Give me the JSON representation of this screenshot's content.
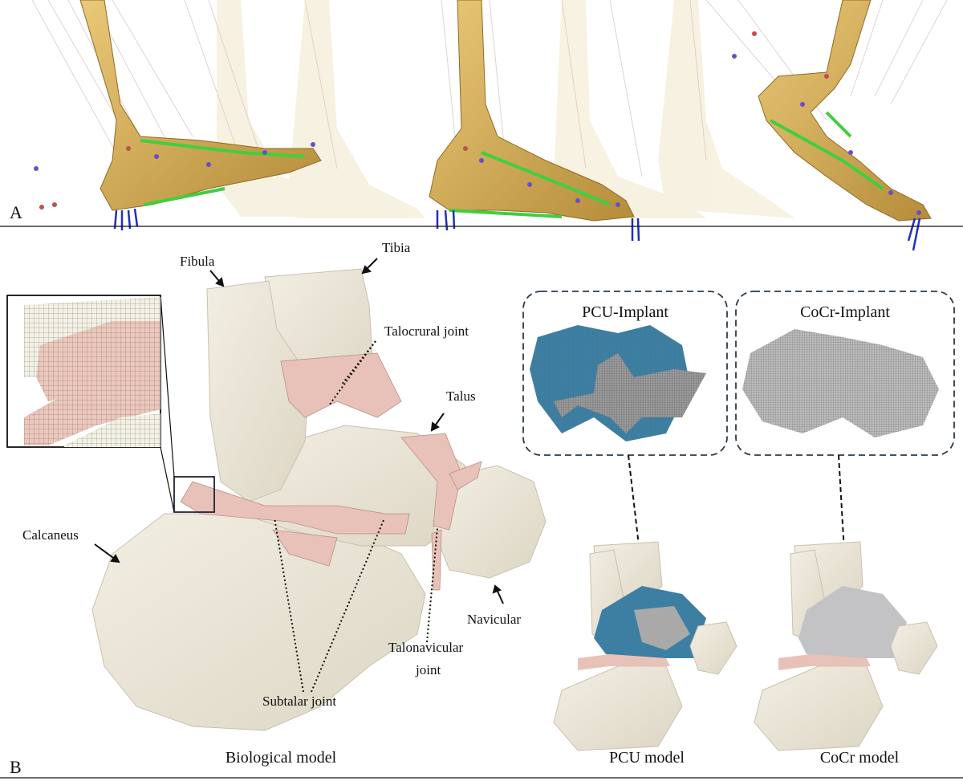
{
  "panel_a": {
    "letter": "A"
  },
  "panel_b": {
    "letter": "B",
    "labels": {
      "tibia": "Tibia",
      "fibula": "Fibula",
      "talocrural": "Talocrural joint",
      "talus": "Talus",
      "calcaneus": "Calcaneus",
      "navicular": "Navicular",
      "talonavicular_line1": "Talonavicular",
      "talonavicular_line2": "joint",
      "subtalar": "Subtalar joint"
    },
    "implants": {
      "pcu_title": "PCU-Implant",
      "cocr_title": "CoCr-Implant"
    },
    "captions": {
      "biological": "Biological model",
      "pcu": "PCU model",
      "cocr": "CoCr model"
    }
  },
  "colors": {
    "bone": "#ebe6d8",
    "cartilage": "#e8c2b8",
    "pcu_blue": "#3d7fa3",
    "cocr_gray": "#b8b8b8",
    "foot_gold": "#d9b462",
    "ligament_green": "#3fcf3f",
    "force_blue": "#1f2fbf"
  }
}
